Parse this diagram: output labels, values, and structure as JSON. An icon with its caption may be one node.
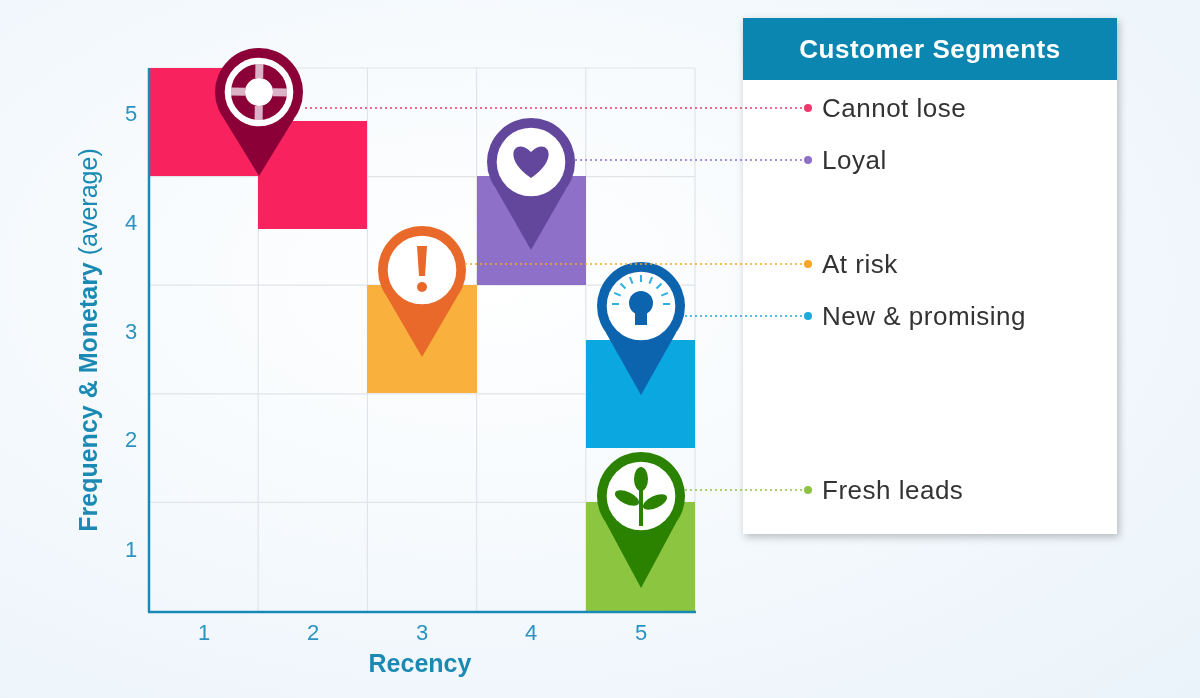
{
  "diagram": {
    "nodes": [
      {
        "text": [
          "Customer Segments"
        ]
      },
      {
        "text": [
          "Cannot lose"
        ],
        "in": 0
      },
      {
        "text": [
          "Loyal"
        ],
        "in": 0
      },
      {
        "text": [
          "At risk"
        ],
        "in": 0
      },
      {
        "text": [
          "New & promising"
        ],
        "in": 0
      },
      {
        "text": [
          "Fresh leads"
        ],
        "in": 0
      },
      {
        "text": [],
        "shape": "picture"
      },
      {
        "text": [],
        "shape": "picture"
      },
      {
        "text": [],
        "shape": "picture"
      },
      {
        "text": [],
        "shape": "picture"
      },
      {
        "text": [],
        "shape": "picture"
      }
    ],
    "edges": [
      {
        "from": 1,
        "to": 6,
        "arrow": "other",
        "style": "dashed",
        "color": "#f0386b"
      },
      {
        "from": 2,
        "to": 7,
        "arrow": "other",
        "style": "dashed",
        "color": "#8d6fc8"
      },
      {
        "from": 3,
        "to": 8,
        "arrow": "other",
        "style": "dashed",
        "color": "#f5a623"
      },
      {
        "from": 4,
        "to": 9,
        "arrow": "other",
        "style": "dashed",
        "color": "#1ba9de"
      },
      {
        "from": 5,
        "to": 10,
        "arrow": "other",
        "style": "dashed",
        "color": "#8dc43f"
      }
    ],
    "labels": [
      "5",
      "4",
      "3",
      "2",
      "1",
      "**Frequency & Monetary** (average)",
      "1",
      "2",
      "3",
      "4",
      "5",
      "Recency"
    ]
  }
}
